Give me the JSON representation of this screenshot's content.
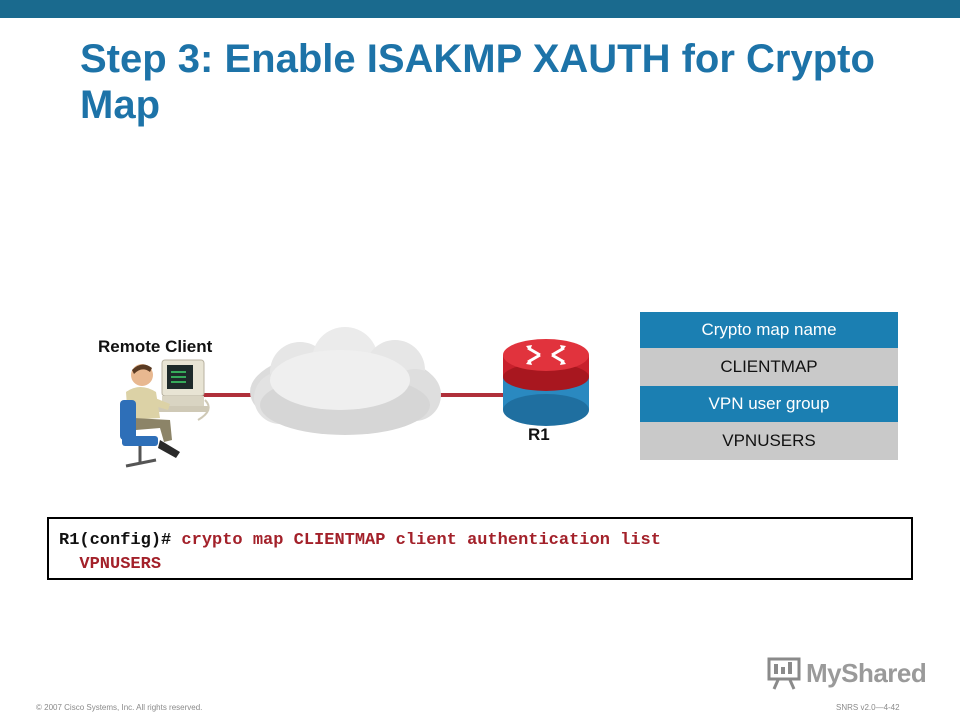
{
  "slide": {
    "title": "Step 3: Enable ISAKMP XAUTH for Crypto Map"
  },
  "diagram": {
    "remote_client_label": "Remote Client",
    "router_label": "R1"
  },
  "info_table": {
    "rows": [
      {
        "label": "Crypto map name",
        "kind": "header"
      },
      {
        "label": "CLIENTMAP",
        "kind": "value"
      },
      {
        "label": "VPN user group",
        "kind": "header"
      },
      {
        "label": "VPNUSERS",
        "kind": "value"
      }
    ]
  },
  "command": {
    "prompt": "R1(config)#",
    "text_line1": "crypto map CLIENTMAP client authentication list",
    "text_line2": "VPNUSERS"
  },
  "footer": {
    "copyright": "© 2007 Cisco Systems, Inc. All rights reserved.",
    "course_ref": "SNRS v2.0—4-42"
  },
  "logo": {
    "text": "MyShared",
    "icon": "presentation-board-icon"
  },
  "colors": {
    "top_bar": "#1a6a8e",
    "title": "#1d73a8",
    "table_header": "#1b7fb2",
    "table_value": "#c9c9c9",
    "link_line": "#b0303a",
    "command_arg": "#a3212a",
    "router_red": "#c8202c",
    "router_blue": "#2a89c0"
  }
}
